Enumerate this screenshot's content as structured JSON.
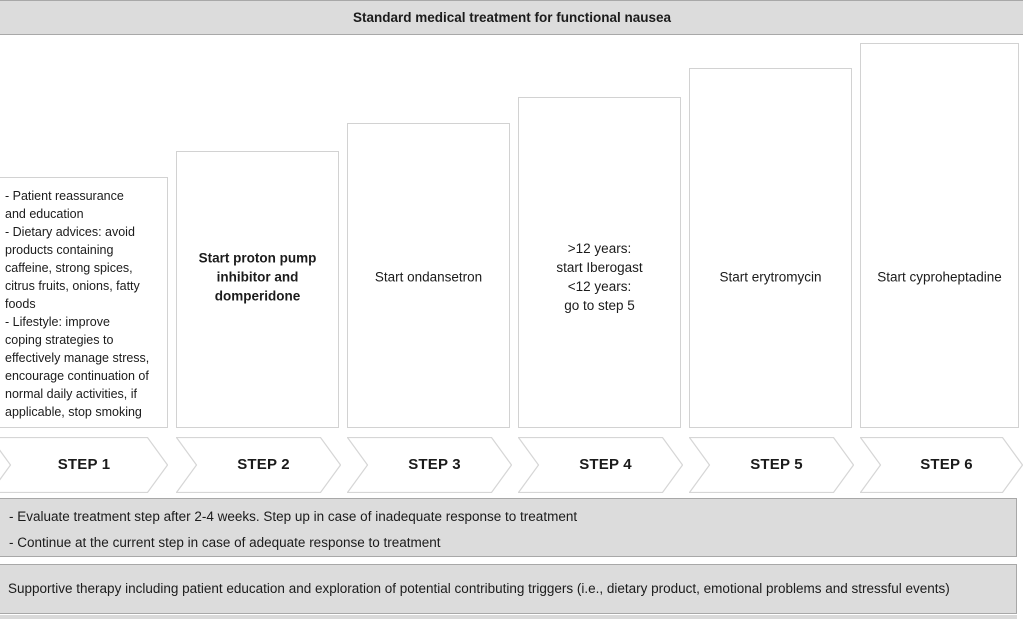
{
  "title_bar": {
    "text": "Standard medical treatment for functional nausea"
  },
  "steps": [
    {
      "label": "STEP 1",
      "box_text": "- Patient reassurance\nand education\n- Dietary advices: avoid\nproducts containing\ncaffeine, strong spices,\ncitrus fruits, onions, fatty\nfoods\n- Lifestyle: improve\ncoping strategies to\neffectively manage stress,\nencourage continuation of\nnormal daily activities, if\napplicable, stop smoking"
    },
    {
      "label": "STEP 2",
      "box_text": "Start proton pump\ninhibitor and\ndomperidone"
    },
    {
      "label": "STEP 3",
      "box_text": "Start ondansetron"
    },
    {
      "label": "STEP 4",
      "box_text": ">12 years:\nstart Iberogast\n<12 years:\ngo to step 5"
    },
    {
      "label": "STEP 5",
      "box_text": "Start erytromycin"
    },
    {
      "label": "STEP 6",
      "box_text": "Start cyproheptadine"
    }
  ],
  "evaluation_bar": {
    "line1": "- Evaluate treatment step after 2-4 weeks. Step up in case of inadequate response to treatment",
    "line2": "- Continue at the current step in case of adequate response to treatment"
  },
  "supportive_bar": {
    "text": "Supportive therapy including patient education and exploration of potential contributing triggers (i.e., dietary product, emotional problems and stressful events)"
  },
  "colors": {
    "bar_fill": "#dcdcdc",
    "bar_border": "#a8a8a8",
    "box_border": "#d2d2d2",
    "arrow_border": "#d6d6d6",
    "text": "#1b1b1b"
  }
}
